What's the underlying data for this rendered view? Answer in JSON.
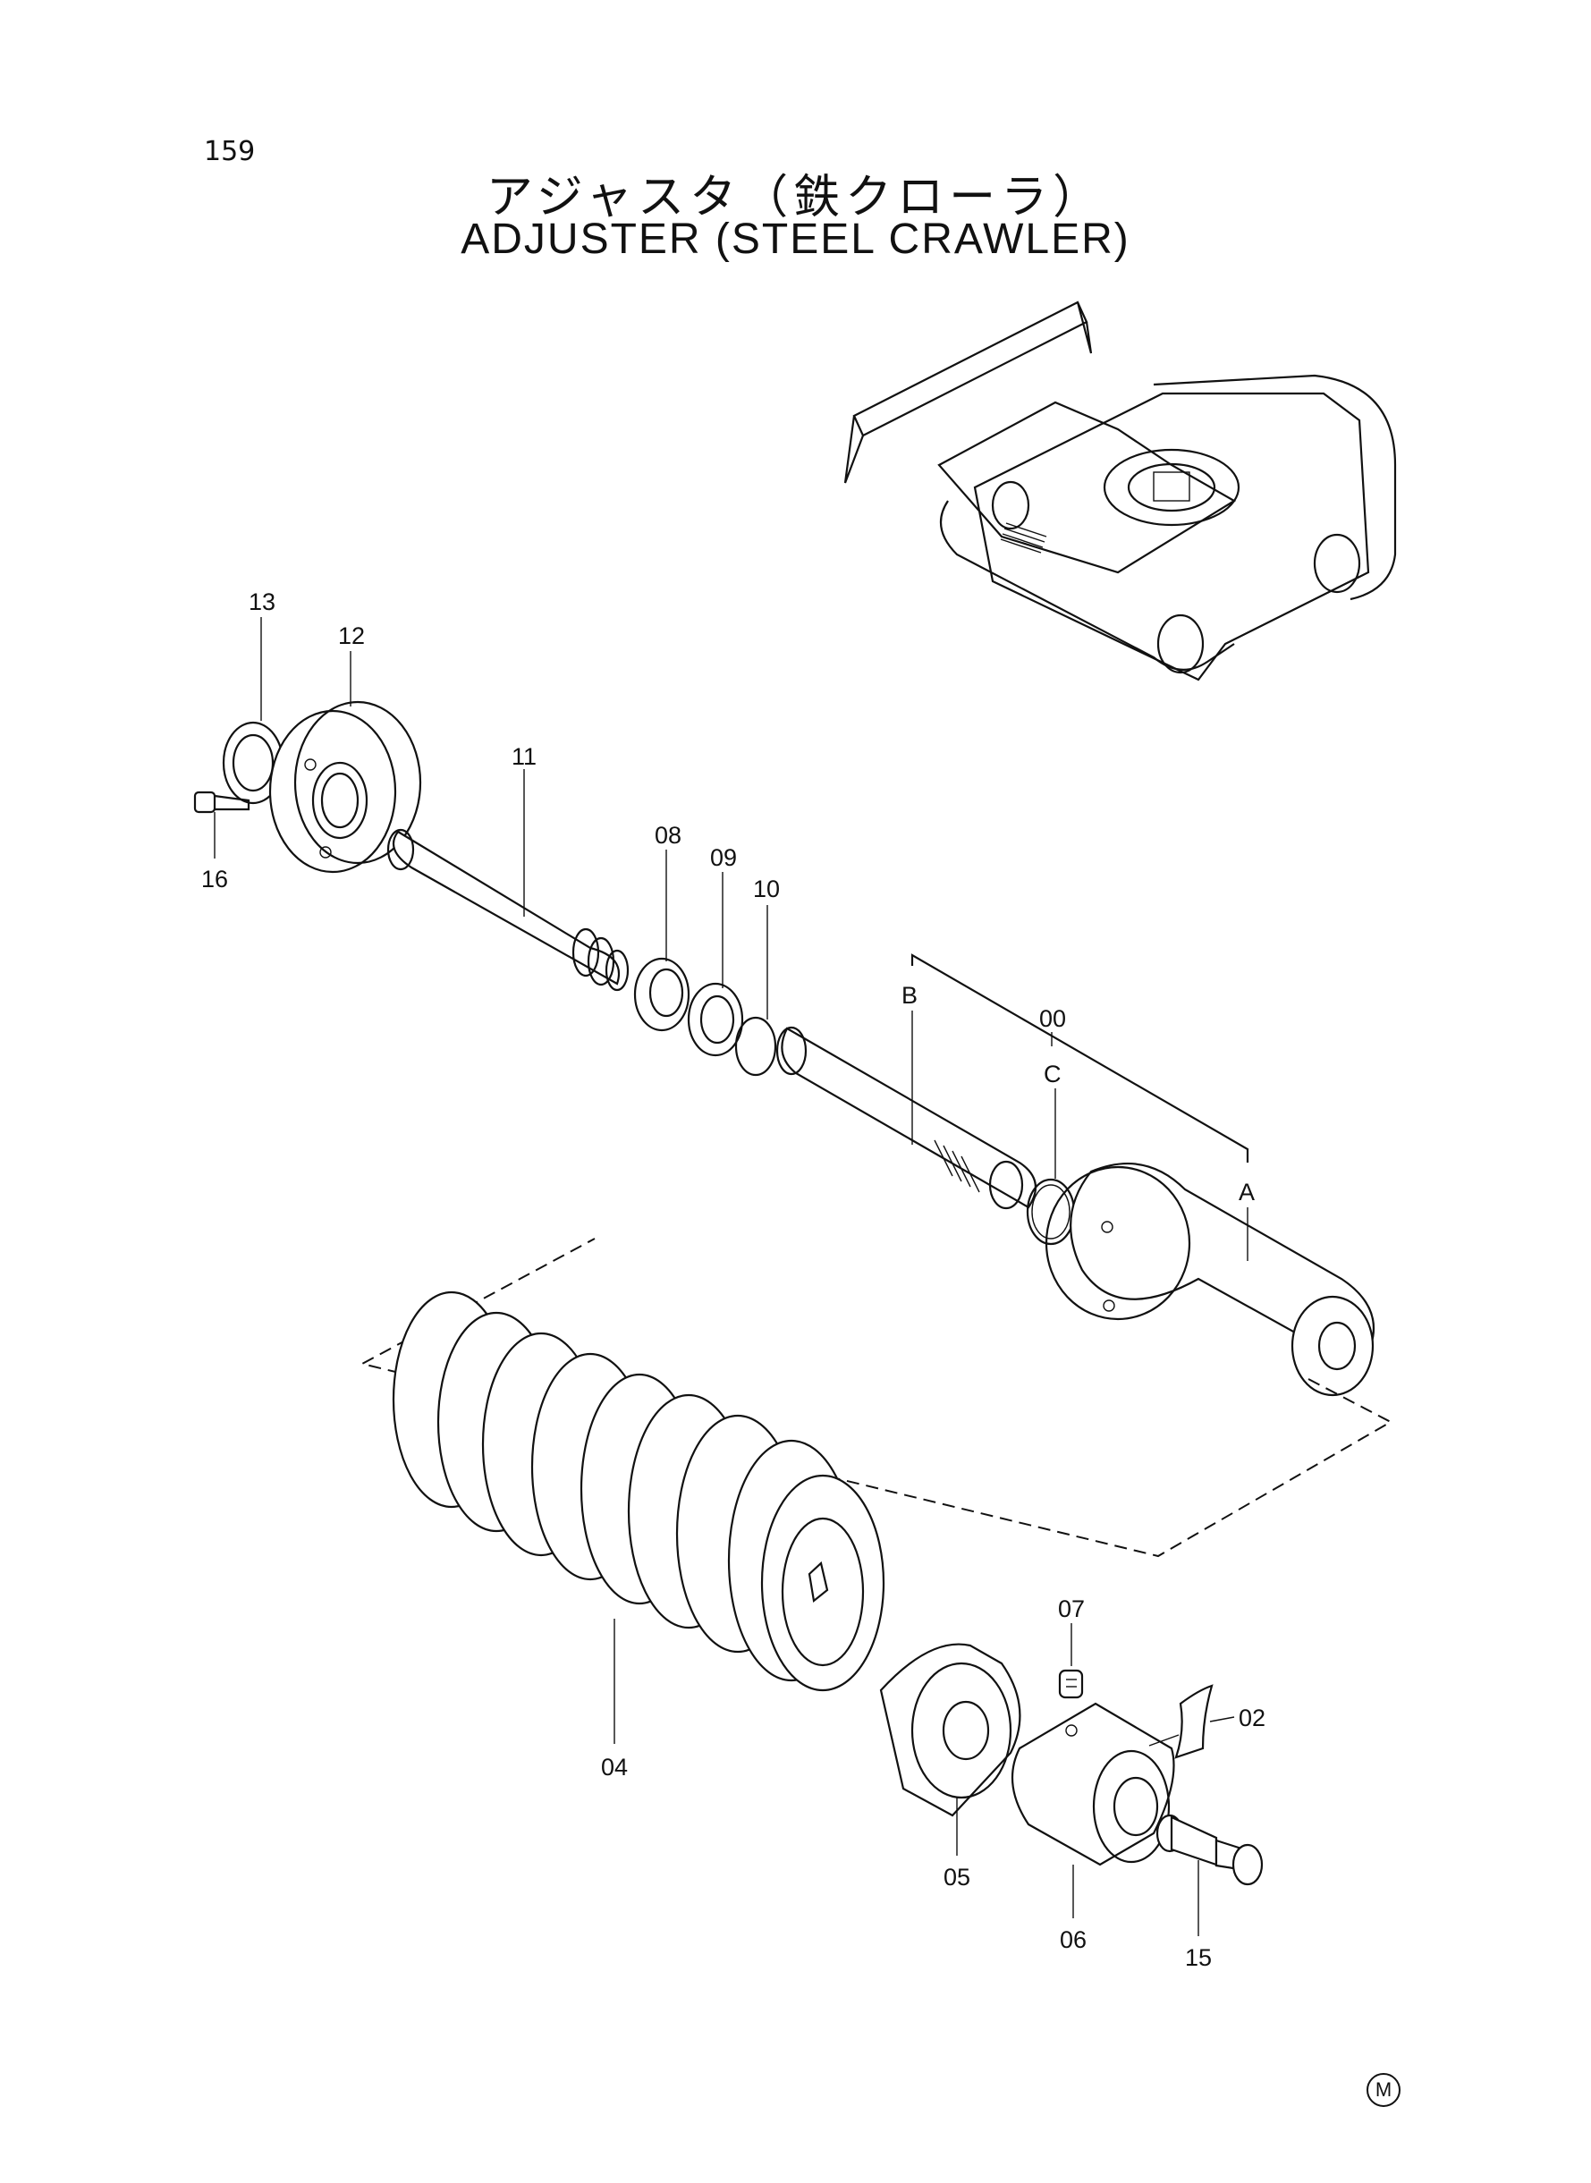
{
  "header": {
    "page_number": "159",
    "title_jp": "アジャスタ（鉄クローラ）",
    "title_en": "ADJUSTER (STEEL CRAWLER)"
  },
  "callouts": {
    "p13": "13",
    "p12": "12",
    "p16": "16",
    "p11": "11",
    "p08": "08",
    "p09": "09",
    "p10": "10",
    "pB": "B",
    "p00": "00",
    "pC": "C",
    "pA": "A",
    "p07": "07",
    "p02": "02",
    "p04": "04",
    "p05": "05",
    "p06": "06",
    "p15": "15"
  },
  "footer": {
    "mark": "M"
  }
}
